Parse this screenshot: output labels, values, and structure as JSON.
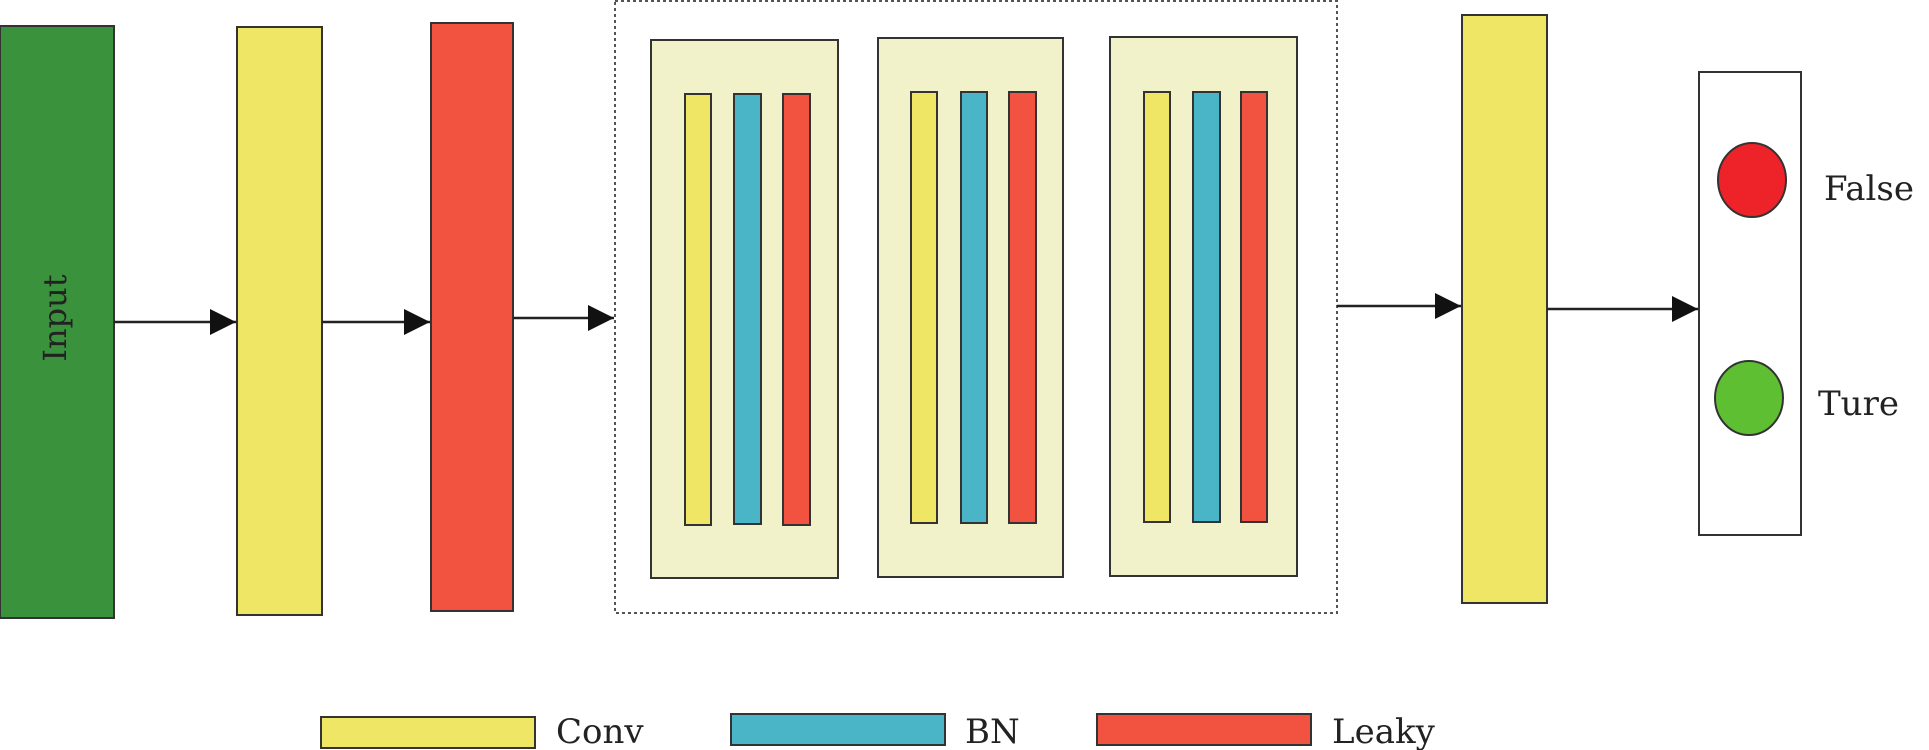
{
  "diagram": {
    "input_label": "Input",
    "outputs": {
      "false_label": "False",
      "true_label": "Ture"
    },
    "legend": [
      {
        "label": "Conv",
        "color": "#f0e665"
      },
      {
        "label": "BN",
        "color": "#49b5c7"
      },
      {
        "label": "Leaky",
        "color": "#f25240"
      }
    ],
    "colors": {
      "input": "#3a923c",
      "conv": "#f0e665",
      "bn": "#49b5c7",
      "leaky": "#f25240",
      "block_fill": "#f1f2c9",
      "false_dot": "#ee2229",
      "true_dot": "#5fbf32"
    }
  }
}
